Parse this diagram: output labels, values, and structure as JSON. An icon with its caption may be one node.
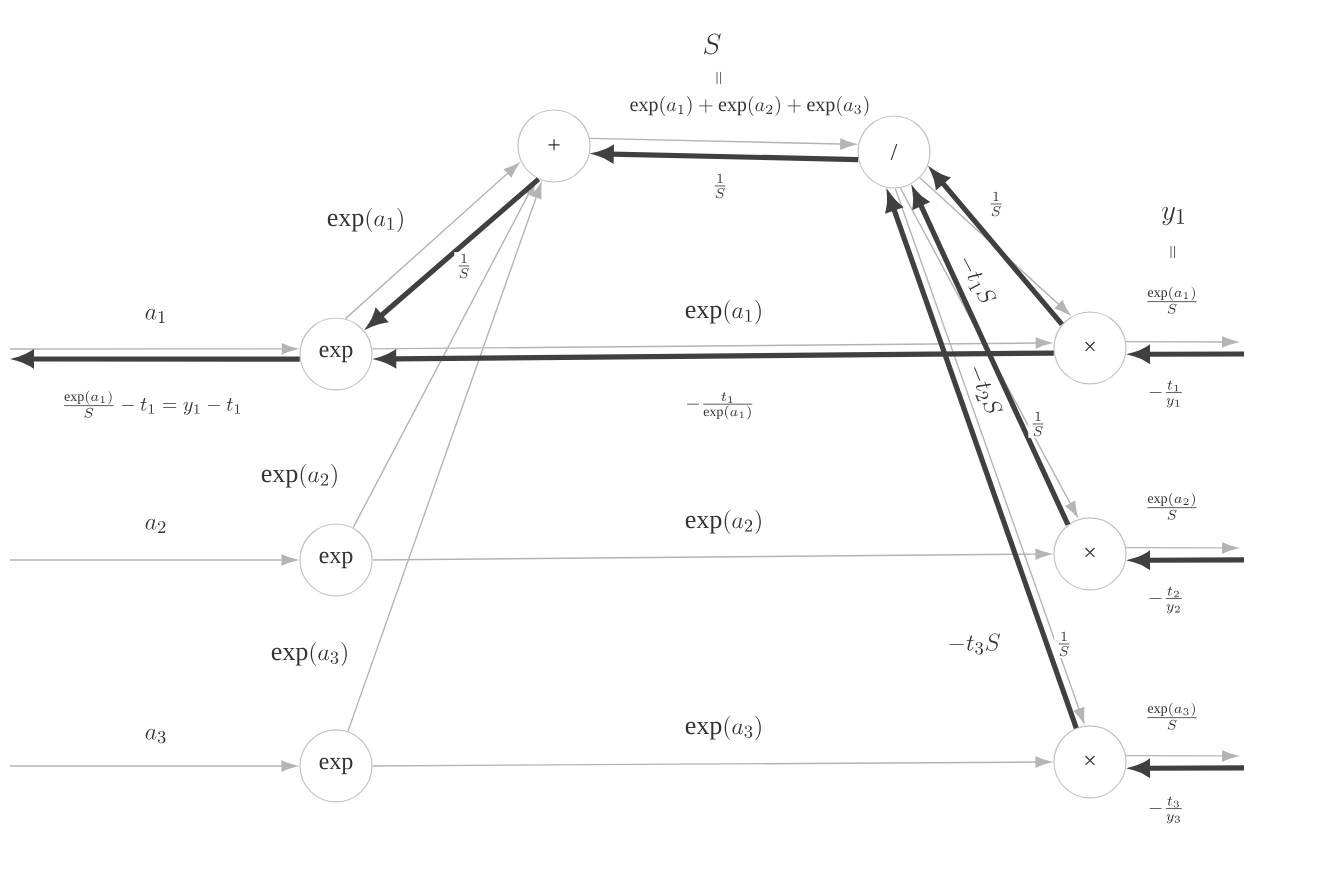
{
  "diagram": {
    "nodes": [
      {
        "text": [
          "exp"
        ]
      },
      {
        "text": [
          "exp"
        ]
      },
      {
        "text": [
          "exp"
        ]
      },
      {
        "text": [
          "+"
        ]
      },
      {
        "text": [
          "/"
        ]
      },
      {
        "text": [
          "×"
        ]
      },
      {
        "text": [
          "×"
        ]
      },
      {
        "text": [
          "×"
        ]
      }
    ],
    "edges": [
      {
        "from": null,
        "to": 0,
        "arrow": "to",
        "label": "a_1"
      },
      {
        "from": null,
        "to": 1,
        "arrow": "to",
        "label": "a_2"
      },
      {
        "from": null,
        "to": 2,
        "arrow": "to",
        "label": "a_3"
      },
      {
        "from": 0,
        "to": 3,
        "arrow": "to",
        "label": "\\exp(a_1)"
      },
      {
        "from": 1,
        "to": 3,
        "arrow": "to",
        "label": "\\exp(a_2)"
      },
      {
        "from": 2,
        "to": 3,
        "arrow": "to",
        "label": "\\exp(a_3)"
      },
      {
        "from": 3,
        "to": 4,
        "arrow": "to",
        "label": "\\exp(a_1)+\\exp(a_2)+\\exp(a_3)"
      },
      {
        "from": 4,
        "to": 5,
        "arrow": "to",
        "label": "\\frac{1}{S}"
      },
      {
        "from": 4,
        "to": 6,
        "arrow": "to",
        "label": "\\frac{1}{S}"
      },
      {
        "from": 4,
        "to": 7,
        "arrow": "to",
        "label": "\\frac{1}{S}"
      },
      {
        "from": 0,
        "to": 5,
        "arrow": "to",
        "label": "\\exp(a_1)"
      },
      {
        "from": 1,
        "to": 6,
        "arrow": "to",
        "label": "\\exp(a_2)"
      },
      {
        "from": 2,
        "to": 7,
        "arrow": "to",
        "label": "\\exp(a_3)"
      },
      {
        "from": 5,
        "to": null,
        "arrow": "to",
        "label": "\\frac{\\exp(a_1)}{S}"
      },
      {
        "from": 6,
        "to": null,
        "arrow": "to",
        "label": "\\frac{\\exp(a_2)}{S}"
      },
      {
        "from": 7,
        "to": null,
        "arrow": "to",
        "label": "\\frac{\\exp(a_3)}{S}"
      },
      {
        "from": null,
        "to": 5,
        "arrow": "to",
        "label": "-\\frac{t_1}{y_1}",
        "style": "thick",
        "color": "#404040"
      },
      {
        "from": null,
        "to": 6,
        "arrow": "to",
        "label": "-\\frac{t_2}{y_2}",
        "style": "thick",
        "color": "#404040"
      },
      {
        "from": null,
        "to": 7,
        "arrow": "to",
        "label": "-\\frac{t_3}{y_3}",
        "style": "thick",
        "color": "#404040"
      },
      {
        "from": 5,
        "to": 4,
        "arrow": "to",
        "label": "-t_1S",
        "style": "thick",
        "color": "#404040"
      },
      {
        "from": 6,
        "to": 4,
        "arrow": "to",
        "label": "-t_2S",
        "style": "thick",
        "color": "#404040"
      },
      {
        "from": 7,
        "to": 4,
        "arrow": "to",
        "label": "-t_3S",
        "style": "thick",
        "color": "#404040"
      },
      {
        "from": 5,
        "to": 0,
        "arrow": "to",
        "label": "-\\frac{t_1}{\\exp(a_1)}",
        "style": "thick",
        "color": "#404040"
      },
      {
        "from": 4,
        "to": 3,
        "arrow": "to",
        "label": "\\frac{1}{S}",
        "style": "thick",
        "color": "#404040"
      },
      {
        "from": 3,
        "to": 0,
        "arrow": "to",
        "label": "\\frac{1}{S}",
        "style": "thick",
        "color": "#404040"
      },
      {
        "from": 0,
        "to": null,
        "arrow": "to",
        "label": "\\frac{\\exp(a_1)}{S}-t_1=y_1-t_1",
        "style": "thick",
        "color": "#404040"
      }
    ],
    "labels": [
      "S",
      "=",
      "y_1",
      "="
    ]
  }
}
